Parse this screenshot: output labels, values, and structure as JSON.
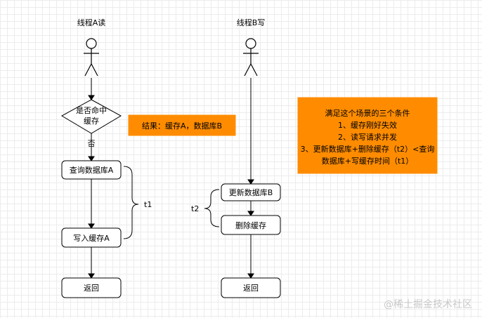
{
  "actors": {
    "thread_a": "线程A读",
    "thread_b": "线程B写"
  },
  "nodes": {
    "decision_line1": "是否命中",
    "decision_line2": "缓存",
    "query_db": "查询数据库A",
    "write_cache": "写入缓存A",
    "return_a": "返回",
    "update_db": "更新数据库B",
    "delete_cache": "删除缓存",
    "return_b": "返回"
  },
  "edges": {
    "no_label": "否"
  },
  "braces": {
    "t1": "t1",
    "t2": "t2"
  },
  "notes": {
    "result": "结果：缓存A，数据库B",
    "conditions": [
      "满足这个场景的三个条件",
      "1、缓存刚好失效",
      "2、读写请求并发",
      "3、更新数据库+删除缓存（t2）<查询",
      "数据库+写缓存时间（t1）"
    ]
  },
  "colors": {
    "note_fill": "#ff8c00",
    "grid": "#ececec"
  },
  "watermark": "@稀土掘金技术社区"
}
